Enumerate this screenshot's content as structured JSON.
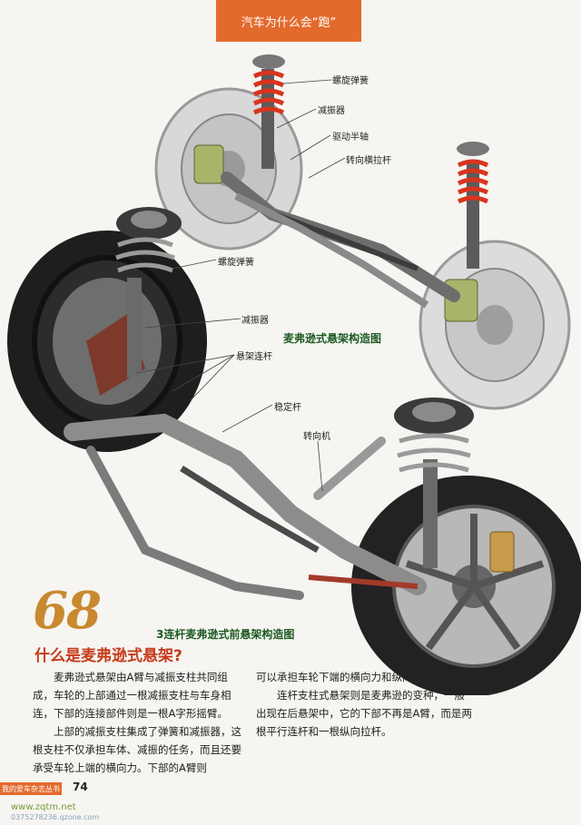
{
  "header": {
    "title": "汽车为什么会“跑”"
  },
  "diagrams": {
    "top_title": "麦弗逊式悬架构造图",
    "bottom_title": "3连杆麦弗逊式前悬架构造图"
  },
  "labels_top": [
    "螺旋弹簧",
    "减振器",
    "驱动半轴",
    "转向横拉杆"
  ],
  "labels_bottom": [
    "螺旋弹簧",
    "减振器",
    "悬架连杆",
    "稳定杆",
    "转向机"
  ],
  "section": {
    "number": "68",
    "title": "什么是麦弗逊式悬架?",
    "col1": [
      "麦弗逊式悬架由A臂与减振支柱共同组成，车轮的上部通过一根减振支柱与车身相连，下部的连接部件则是一根A字形摇臂。",
      "上部的减振支柱集成了弹簧和减振器，这根支柱不仅承担车体、减振的任务，而且还要承受车轮上端的横向力。下部的A臂则"
    ],
    "col2_cont": "可以承担车轮下端的横向力和纵向力。",
    "col2_para": "连杆支柱式悬架则是麦弗逊的变种，一般出现在后悬架中，它的下部不再是A臂，而是两根平行连杆和一根纵向拉杆。"
  },
  "footer": {
    "series": "我的爱车杂志丛书",
    "page": "74",
    "watermark1": "www.zqtm.net",
    "watermark2": "0375278236.qzone.com"
  },
  "colors": {
    "accent": "#e36a2d",
    "title_red": "#c63b1b",
    "number_gold": "#c9892f",
    "diagram_green": "#1c5a22"
  }
}
